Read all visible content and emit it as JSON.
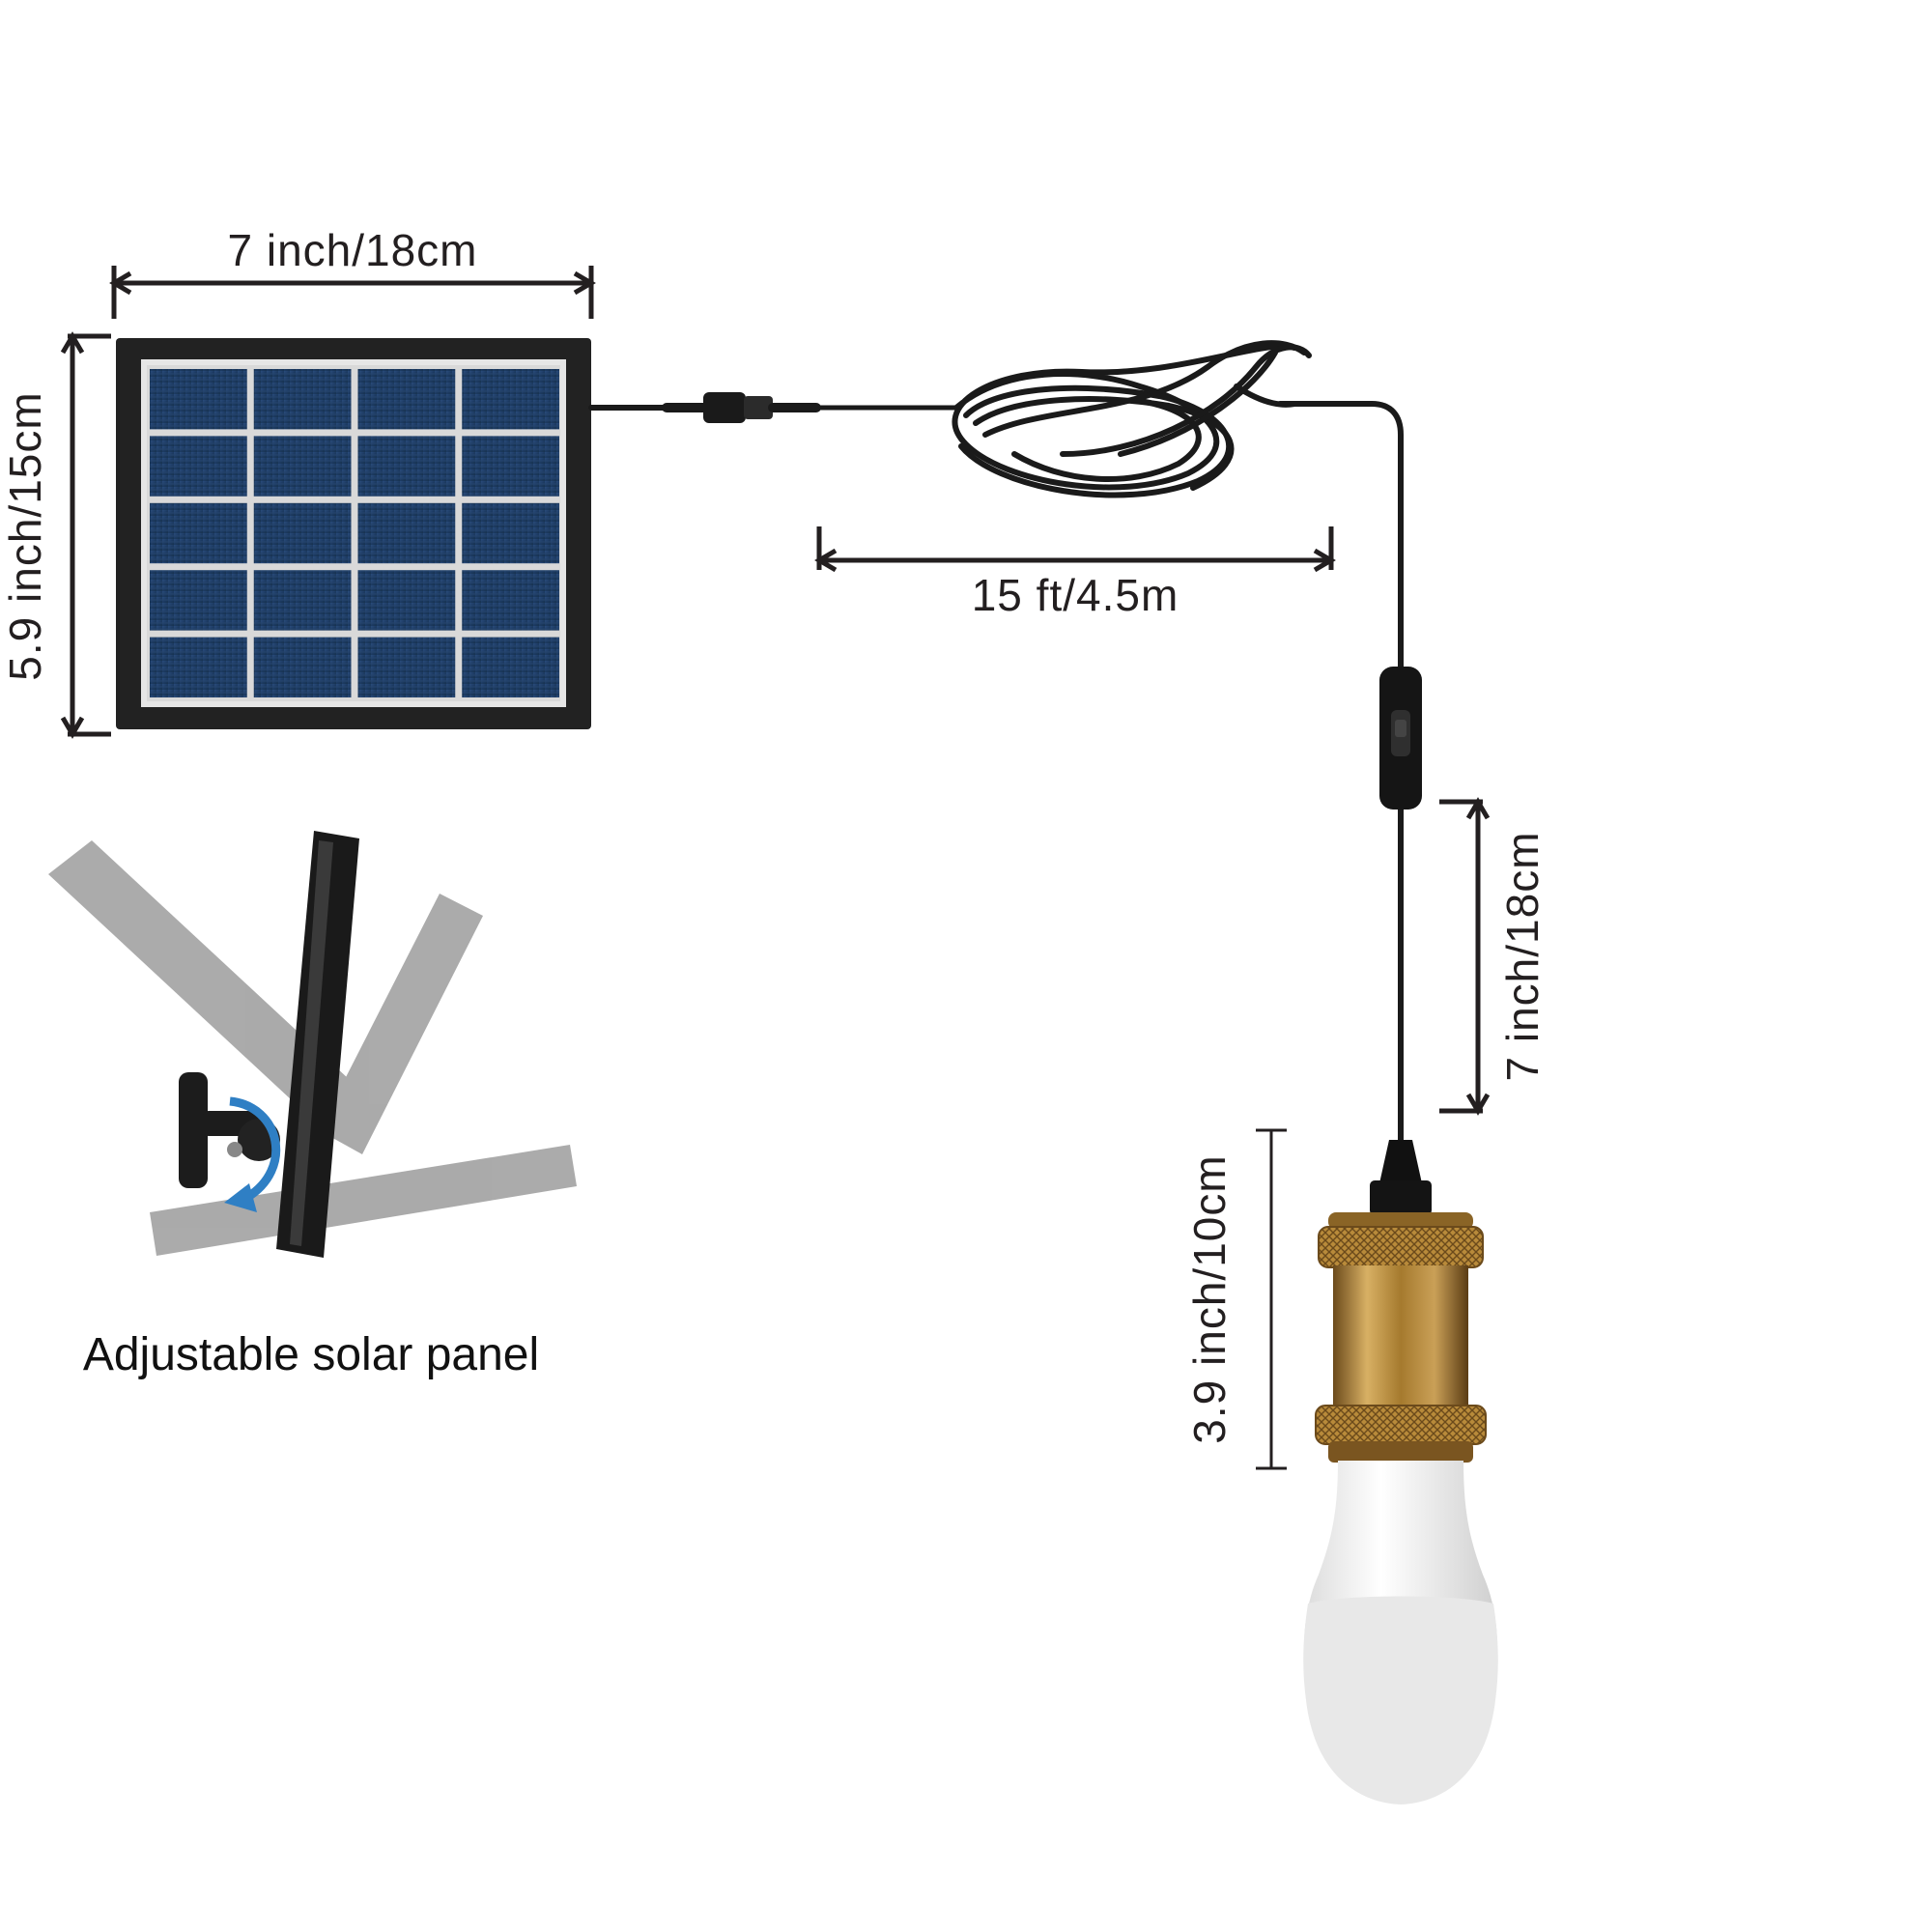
{
  "dimensions": {
    "panel_width": "7 inch/18cm",
    "panel_height": "5.9 inch/15cm",
    "cable_length": "15 ft/4.5m",
    "switch_to_socket": "7 inch/18cm",
    "socket_height": "3.9 inch/10cm"
  },
  "caption": "Adjustable solar panel",
  "colors": {
    "panel_cell": "#1d3b63",
    "panel_frame": "#222222",
    "cable": "#1a1a1a",
    "brass": "#b88a3a",
    "rotate_arrow": "#2f7fc4",
    "dimension_line": "#231f20"
  },
  "icons": [
    "solar-panel",
    "cable-coil",
    "inline-switch",
    "brass-socket",
    "led-bulb",
    "rotate-arrow"
  ]
}
